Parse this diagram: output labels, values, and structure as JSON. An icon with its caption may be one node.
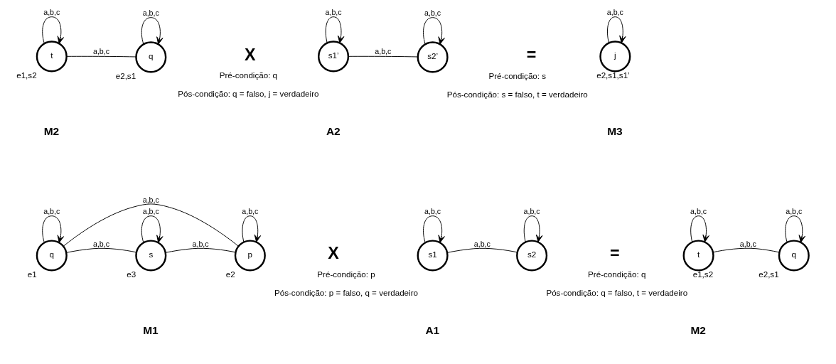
{
  "diagram": {
    "nodes": [
      {
        "text": [
          "q"
        ],
        "beside": [
          "e1"
        ]
      },
      {
        "text": [
          "p"
        ],
        "beside": [
          "e2"
        ]
      },
      {
        "text": [
          "s"
        ],
        "beside": [
          "e3"
        ]
      },
      {
        "text": [
          "s1"
        ],
        "beside": [
          "Pré-condição: p",
          "Pós-condição: p = falso, q = verdadeiro"
        ]
      },
      {
        "text": [
          "s2"
        ],
        "beside": [
          "Pré-condição: q",
          "Pós-condição: q = falso, t = verdadeiro"
        ]
      },
      {
        "text": [
          "t"
        ],
        "beside": [
          "e1,s2"
        ]
      },
      {
        "text": [
          "q"
        ],
        "beside": [
          "e2,s1"
        ]
      },
      {
        "text": [
          "t"
        ],
        "beside": [
          "e1,s2"
        ]
      },
      {
        "text": [
          "q"
        ],
        "beside": [
          "e2,s1"
        ]
      },
      {
        "text": [
          "s1’"
        ],
        "beside": [
          "Pré-condição: q",
          "Pós-condição: q = falso, j = verdadeiro"
        ]
      },
      {
        "text": [
          "s2’"
        ],
        "beside": [
          "Pré-condição: s",
          "Pós-condição: s = falso, t = verdadeiro"
        ]
      },
      {
        "text": [
          "j"
        ],
        "beside": [
          "e2,s1,s1’"
        ]
      }
    ],
    "edges": [
      {
        "from": 0,
        "to": 0,
        "arrow": "to",
        "label": "a,b,c"
      },
      {
        "from": 1,
        "to": 1,
        "arrow": "to",
        "label": "a,b,c"
      },
      {
        "from": 0,
        "to": 1,
        "arrow": "none",
        "label": "a,b,c"
      },
      {
        "from": 0,
        "to": 2,
        "arrow": "none",
        "label": "a,b,c"
      },
      {
        "from": 1,
        "to": 2,
        "arrow": "none",
        "label": "a,b,c"
      },
      {
        "from": 2,
        "to": 2,
        "arrow": "to",
        "label": "a,b,c"
      },
      {
        "from": 3,
        "to": 3,
        "arrow": "to",
        "label": "a,b,c"
      },
      {
        "from": 4,
        "to": 4,
        "arrow": "to",
        "label": "a,b,c"
      },
      {
        "from": 3,
        "to": 4,
        "arrow": "none",
        "label": "a,b,c"
      },
      {
        "from": 5,
        "to": 5,
        "arrow": "to",
        "label": "a,b,c"
      },
      {
        "from": 6,
        "to": 6,
        "arrow": "to",
        "label": "a,b,c"
      },
      {
        "from": 5,
        "to": 6,
        "arrow": "none",
        "label": "a,b,c"
      },
      {
        "from": 7,
        "to": 7,
        "arrow": "to",
        "label": "a,b,c"
      },
      {
        "from": 8,
        "to": 8,
        "arrow": "to",
        "label": "a,b,c"
      },
      {
        "from": 7,
        "to": 8,
        "arrow": "none",
        "label": "a,b,c"
      },
      {
        "from": 9,
        "to": 9,
        "arrow": "to",
        "label": "a,b,c"
      },
      {
        "from": 10,
        "to": 10,
        "arrow": "to",
        "label": "a,b,c"
      },
      {
        "from": 9,
        "to": 10,
        "arrow": "none",
        "label": "a,b,c"
      },
      {
        "from": 11,
        "to": 11,
        "arrow": "to",
        "label": "a,b,c"
      }
    ],
    "labels": [
      "M1",
      "X",
      "A1",
      "=",
      "M2",
      "M2",
      "X",
      "A2",
      "=",
      "M3"
    ]
  }
}
